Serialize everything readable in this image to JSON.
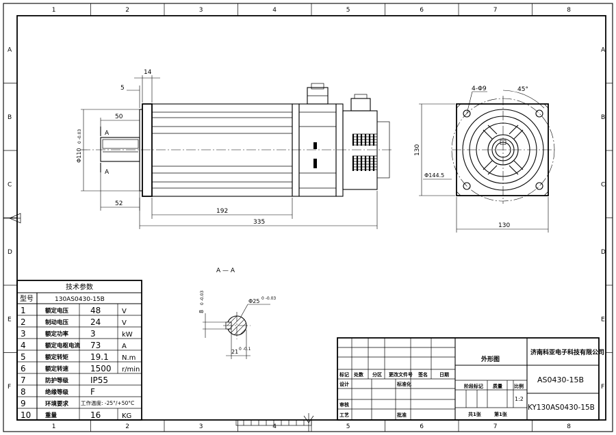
{
  "frame": {
    "col_labels": [
      "1",
      "2",
      "3",
      "4",
      "5",
      "6",
      "7",
      "8"
    ],
    "row_labels": [
      "A",
      "B",
      "C",
      "D",
      "E",
      "F"
    ]
  },
  "dimensions": {
    "d14": "14",
    "d5": "5",
    "d50": "50",
    "d52": "52",
    "d192": "192",
    "d335": "335",
    "d130_side": "130",
    "d130_bottom": "130",
    "phi110": "Φ110",
    "phi110_tol": "0 -0.03",
    "phi144": "Φ144.5",
    "holes": "4-Φ9",
    "angle": "45°",
    "section_a_top": "A",
    "section_a_bottom": "A"
  },
  "section": {
    "title": "A — A",
    "phi25": "Φ25",
    "phi25_tol": "0 -0.03",
    "d8": "8",
    "d8_tol": "0 -0.03",
    "d21": "21",
    "d21_tol": "0 -0.1"
  },
  "specs": {
    "title": "技术参数",
    "model_label": "型号",
    "model_value": "130AS0430-15B",
    "rows": [
      {
        "no": "1",
        "name": "额定电压",
        "value": "48",
        "unit": "V"
      },
      {
        "no": "2",
        "name": "制动电压",
        "value": "24",
        "unit": "V"
      },
      {
        "no": "3",
        "name": "额定功率",
        "value": "3",
        "unit": "kW"
      },
      {
        "no": "4",
        "name": "额定电枢电流",
        "value": "73",
        "unit": "A"
      },
      {
        "no": "5",
        "name": "额定转矩",
        "value": "19.1",
        "unit": "N.m"
      },
      {
        "no": "6",
        "name": "额定转速",
        "value": "1500",
        "unit": "r/min"
      },
      {
        "no": "7",
        "name": "防护等级",
        "value": "IP55",
        "unit": ""
      },
      {
        "no": "8",
        "name": "绝缘等级",
        "value": "F",
        "unit": ""
      },
      {
        "no": "9",
        "name": "环境要求",
        "value": "工作温度: -25°/+50°C",
        "unit": ""
      },
      {
        "no": "10",
        "name": "重量",
        "value": "16",
        "unit": "KG"
      }
    ]
  },
  "titleblock": {
    "company": "济南科亚电子科技有限公司",
    "drawing_name": "外形图",
    "model": "AS0430-15B",
    "code": "KY130AS0430-15B",
    "scale": "1:2",
    "h_biaoji": "标记",
    "h_chushu": "处数",
    "h_fenqu": "分区",
    "h_genggai": "更改文件号",
    "h_qianming": "签名",
    "h_riqi": "日期",
    "design": "设计",
    "standard": "标准化",
    "review": "审核",
    "process": "工艺",
    "approve": "批准",
    "stage_mark": "阶段标记",
    "mass": "质量",
    "ratio": "比例",
    "total_sheets": "共1张",
    "sheet_no": "第1张"
  }
}
